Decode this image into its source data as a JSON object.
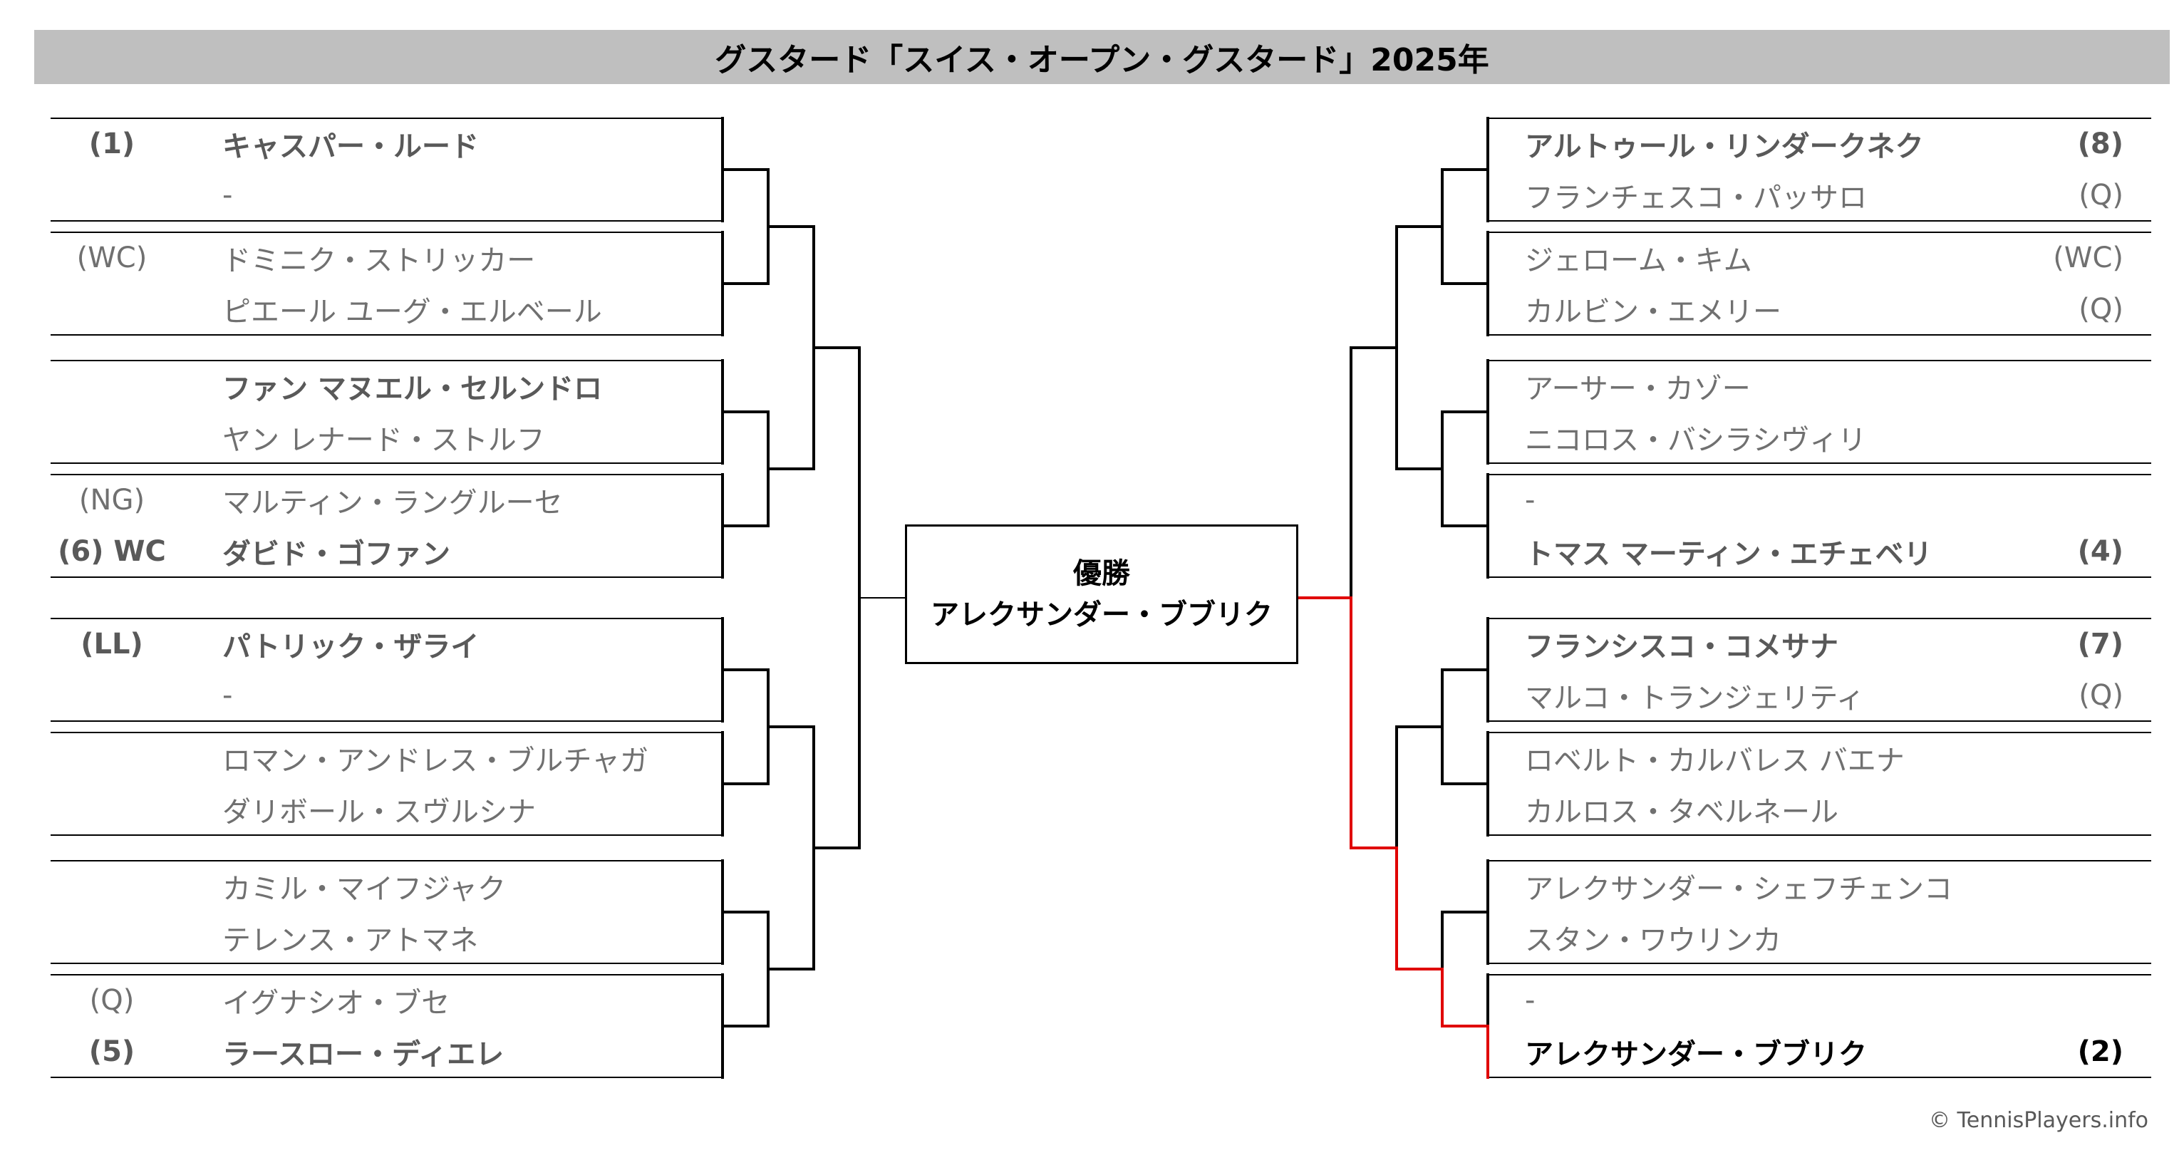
{
  "title": "グスタード「スイス・オープン・グスタード」2025年",
  "copyright": "© TennisPlayers.info",
  "champion": {
    "label": "優勝",
    "name": "アレクサンダー・ブブリク"
  },
  "colors": {
    "winner_path": "#e00000",
    "line": "#000000",
    "title_bg": "#bfbfbf"
  },
  "left_players": [
    {
      "seed": "(1)",
      "name": "キャスパー・ルード",
      "bold": true
    },
    {
      "seed": "",
      "name": "-",
      "bold": false
    },
    {
      "seed": "(WC)",
      "name": "ドミニク・ストリッカー",
      "bold": false
    },
    {
      "seed": "",
      "name": "ピエール ユーグ・エルベール",
      "bold": false
    },
    {
      "seed": "",
      "name": "ファン マヌエル・セルンドロ",
      "bold": true
    },
    {
      "seed": "",
      "name": "ヤン レナード・ストルフ",
      "bold": false
    },
    {
      "seed": "(NG)",
      "name": "マルティン・ラングルーセ",
      "bold": false
    },
    {
      "seed": "(6) WC",
      "name": "ダビド・ゴファン",
      "bold": true
    },
    {
      "seed": "(LL)",
      "name": "パトリック・ザライ",
      "bold": true
    },
    {
      "seed": "",
      "name": "-",
      "bold": false
    },
    {
      "seed": "",
      "name": "ロマン・アンドレス・ブルチャガ",
      "bold": false
    },
    {
      "seed": "",
      "name": "ダリボール・スヴルシナ",
      "bold": false
    },
    {
      "seed": "",
      "name": "カミル・マイフジャク",
      "bold": false
    },
    {
      "seed": "",
      "name": "テレンス・アトマネ",
      "bold": false
    },
    {
      "seed": "(Q)",
      "name": "イグナシオ・ブセ",
      "bold": false
    },
    {
      "seed": "(5)",
      "name": "ラースロー・ディエレ",
      "bold": true
    }
  ],
  "right_players": [
    {
      "seed": "(8)",
      "name": "アルトゥール・リンダークネク",
      "bold": true
    },
    {
      "seed": "(Q)",
      "name": "フランチェスコ・パッサロ",
      "bold": false
    },
    {
      "seed": "(WC)",
      "name": "ジェローム・キム",
      "bold": false
    },
    {
      "seed": "(Q)",
      "name": "カルビン・エメリー",
      "bold": false
    },
    {
      "seed": "",
      "name": "アーサー・カゾー",
      "bold": false
    },
    {
      "seed": "",
      "name": "ニコロス・バシラシヴィリ",
      "bold": false
    },
    {
      "seed": "",
      "name": "-",
      "bold": false
    },
    {
      "seed": "(4)",
      "name": "トマス マーティン・エチェベリ",
      "bold": true
    },
    {
      "seed": "(7)",
      "name": "フランシスコ・コメサナ",
      "bold": true
    },
    {
      "seed": "(Q)",
      "name": "マルコ・トランジェリティ",
      "bold": false
    },
    {
      "seed": "",
      "name": "ロベルト・カルバレス バエナ",
      "bold": false
    },
    {
      "seed": "",
      "name": "カルロス・タベルネール",
      "bold": false
    },
    {
      "seed": "",
      "name": "アレクサンダー・シェフチェンコ",
      "bold": false
    },
    {
      "seed": "",
      "name": "スタン・ワウリンカ",
      "bold": false
    },
    {
      "seed": "",
      "name": "-",
      "bold": false
    },
    {
      "seed": "(2)",
      "name": "アレクサンダー・ブブリク",
      "bold": true,
      "champion": true
    }
  ]
}
